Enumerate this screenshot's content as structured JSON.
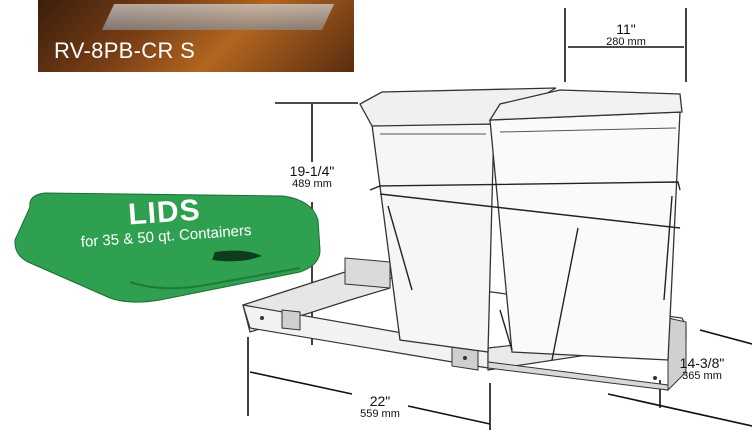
{
  "photo": {
    "caption": "RV-8PB-CR S"
  },
  "lid": {
    "title": "LIDS",
    "subtitle": "for 35 & 50 qt. Containers",
    "color": "#2ea04f"
  },
  "dimensions": {
    "width_single": {
      "imperial": "11\"",
      "metric": "280 mm"
    },
    "height": {
      "imperial": "19-1/4\"",
      "metric": "489 mm"
    },
    "depth": {
      "imperial": "22\"",
      "metric": "559 mm"
    },
    "overall_width": {
      "imperial": "14-3/8\"",
      "metric": "365 mm"
    }
  }
}
